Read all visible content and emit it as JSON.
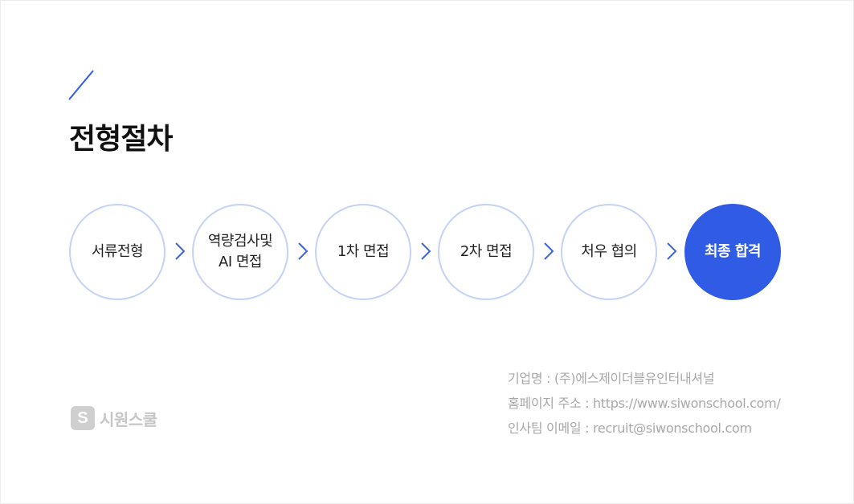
{
  "title": "전형절차",
  "accent_color": "#2f5be5",
  "steps": [
    {
      "label": "서류전형"
    },
    {
      "label": "역량검사및\nAI 면접"
    },
    {
      "label": "1차 면접"
    },
    {
      "label": "2차 면접"
    },
    {
      "label": "처우 협의"
    },
    {
      "label": "최종 합격"
    }
  ],
  "step_separator_icon": "chevron-right-icon",
  "info": {
    "company": "기업명 : (주)에스제이더블유인터내셔널",
    "homepage": "홈페이지 주소 : https://www.siwonschool.com/",
    "email": "인사팀 이메일 : recruit@siwonschool.com"
  },
  "logo": {
    "mark": "S",
    "text": "시원스쿨"
  }
}
